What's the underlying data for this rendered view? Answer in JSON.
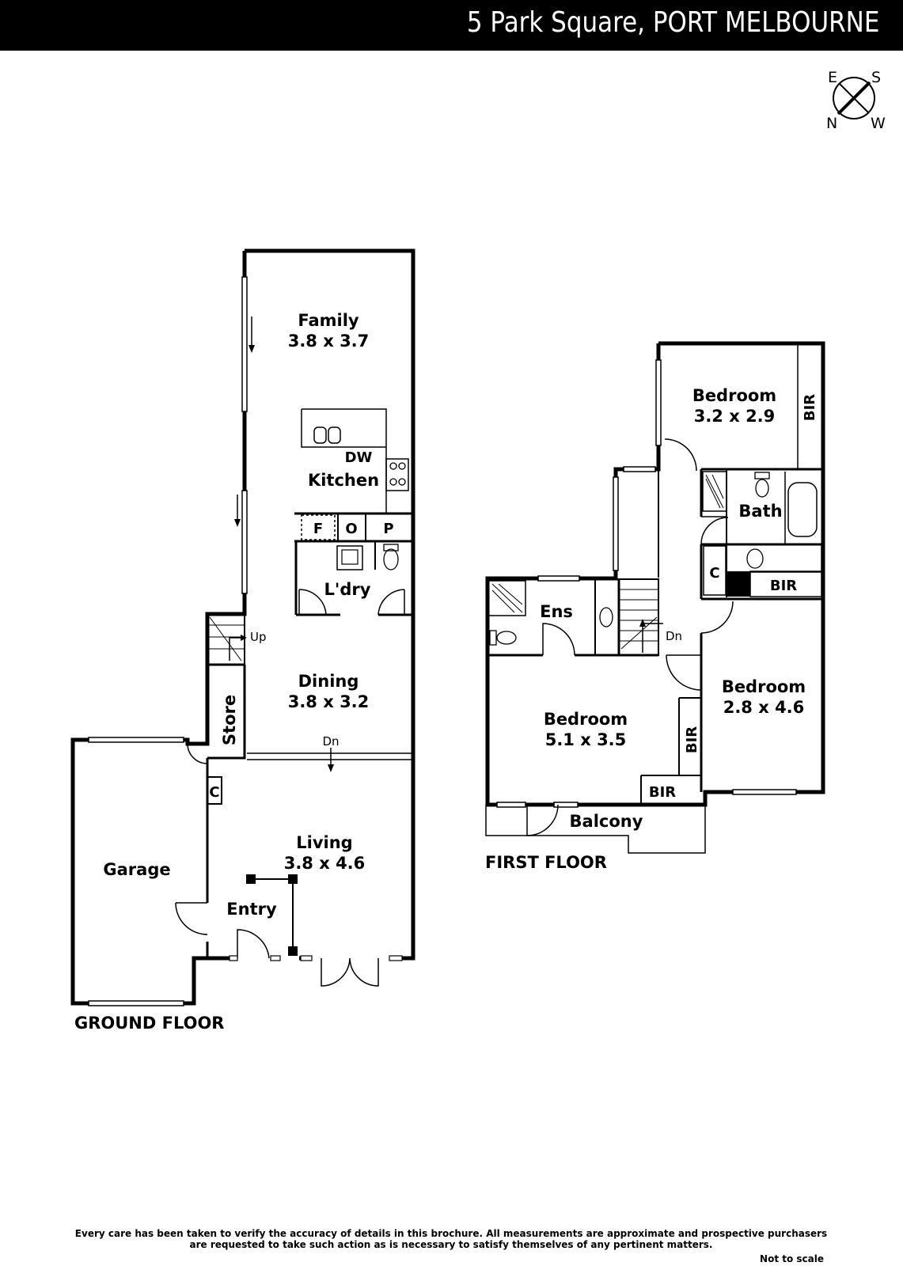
{
  "header": {
    "title": "5 Park Square, PORT MELBOURNE"
  },
  "compass": {
    "e": "E",
    "s": "S",
    "n": "N",
    "w": "W"
  },
  "ground_floor": {
    "label": "GROUND FLOOR",
    "rooms": {
      "family": {
        "name": "Family",
        "dims": "3.8 x 3.7"
      },
      "kitchen": {
        "name": "Kitchen"
      },
      "dw": "DW",
      "fridge": "F",
      "oven": "O",
      "pantry": "P",
      "laundry": {
        "name": "L'dry"
      },
      "up": "Up",
      "dining": {
        "name": "Dining",
        "dims": "3.8 x 3.2"
      },
      "store": {
        "name": "Store"
      },
      "dn": "Dn",
      "cupboard": "C",
      "garage": {
        "name": "Garage"
      },
      "living": {
        "name": "Living",
        "dims": "3.8 x 4.6"
      },
      "entry": {
        "name": "Entry"
      }
    }
  },
  "first_floor": {
    "label": "FIRST FLOOR",
    "rooms": {
      "bedroom_top": {
        "name": "Bedroom",
        "dims": "3.2 x 2.9"
      },
      "bir_top": "BIR",
      "bath": {
        "name": "Bath"
      },
      "cupboard": "C",
      "bir_mid": "BIR",
      "ensuite": {
        "name": "Ens"
      },
      "dn": "Dn",
      "bedroom_main": {
        "name": "Bedroom",
        "dims": "5.1 x 3.5"
      },
      "bir_main_side": "BIR",
      "bir_main_bottom": "BIR",
      "bedroom_right": {
        "name": "Bedroom",
        "dims": "2.8 x 4.6"
      },
      "balcony": {
        "name": "Balcony"
      }
    }
  },
  "footer": {
    "disclaimer_line1": "Every care has been taken to verify the accuracy of details in this brochure.  All measurements are approximate and prospective purchasers",
    "disclaimer_line2": "are requested to take such action as is necessary to satisfy themselves of any pertinent matters.",
    "scale_note": "Not to scale"
  }
}
